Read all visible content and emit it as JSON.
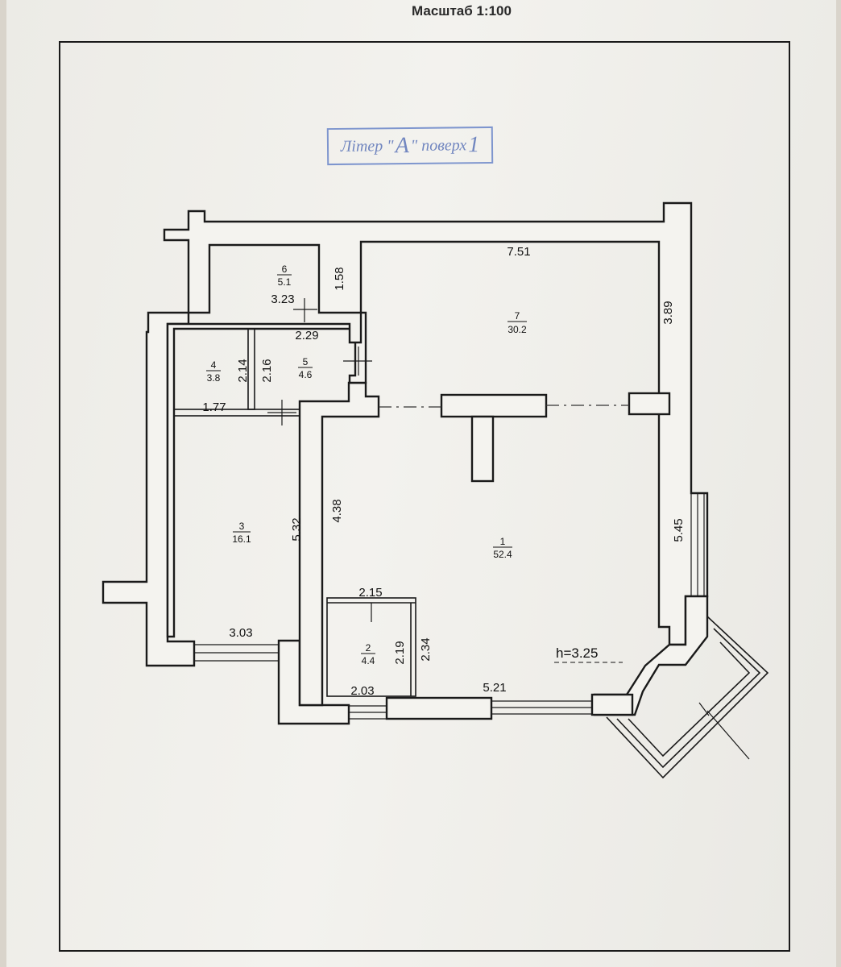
{
  "header": {
    "scale_title": "Масштаб 1:100"
  },
  "stamp": {
    "prefix": "Літер \"",
    "letter": "А",
    "middle": "\" поверх",
    "floor": "1"
  },
  "rooms": [
    {
      "number": "1",
      "area": "52.4"
    },
    {
      "number": "2",
      "area": "4.4"
    },
    {
      "number": "3",
      "area": "16.1"
    },
    {
      "number": "4",
      "area": "3.8"
    },
    {
      "number": "5",
      "area": "4.6"
    },
    {
      "number": "6",
      "area": "5.1"
    },
    {
      "number": "7",
      "area": "30.2"
    }
  ],
  "dimensions": [
    "7.51",
    "1.58",
    "3.23",
    "2.29",
    "3.89",
    "2.14",
    "2.16",
    "1.77",
    "5.32",
    "4.38",
    "5.45",
    "2.15",
    "2.19",
    "2.34",
    "3.03",
    "2.03",
    "5.21"
  ],
  "ceiling_height": "h=3.25"
}
